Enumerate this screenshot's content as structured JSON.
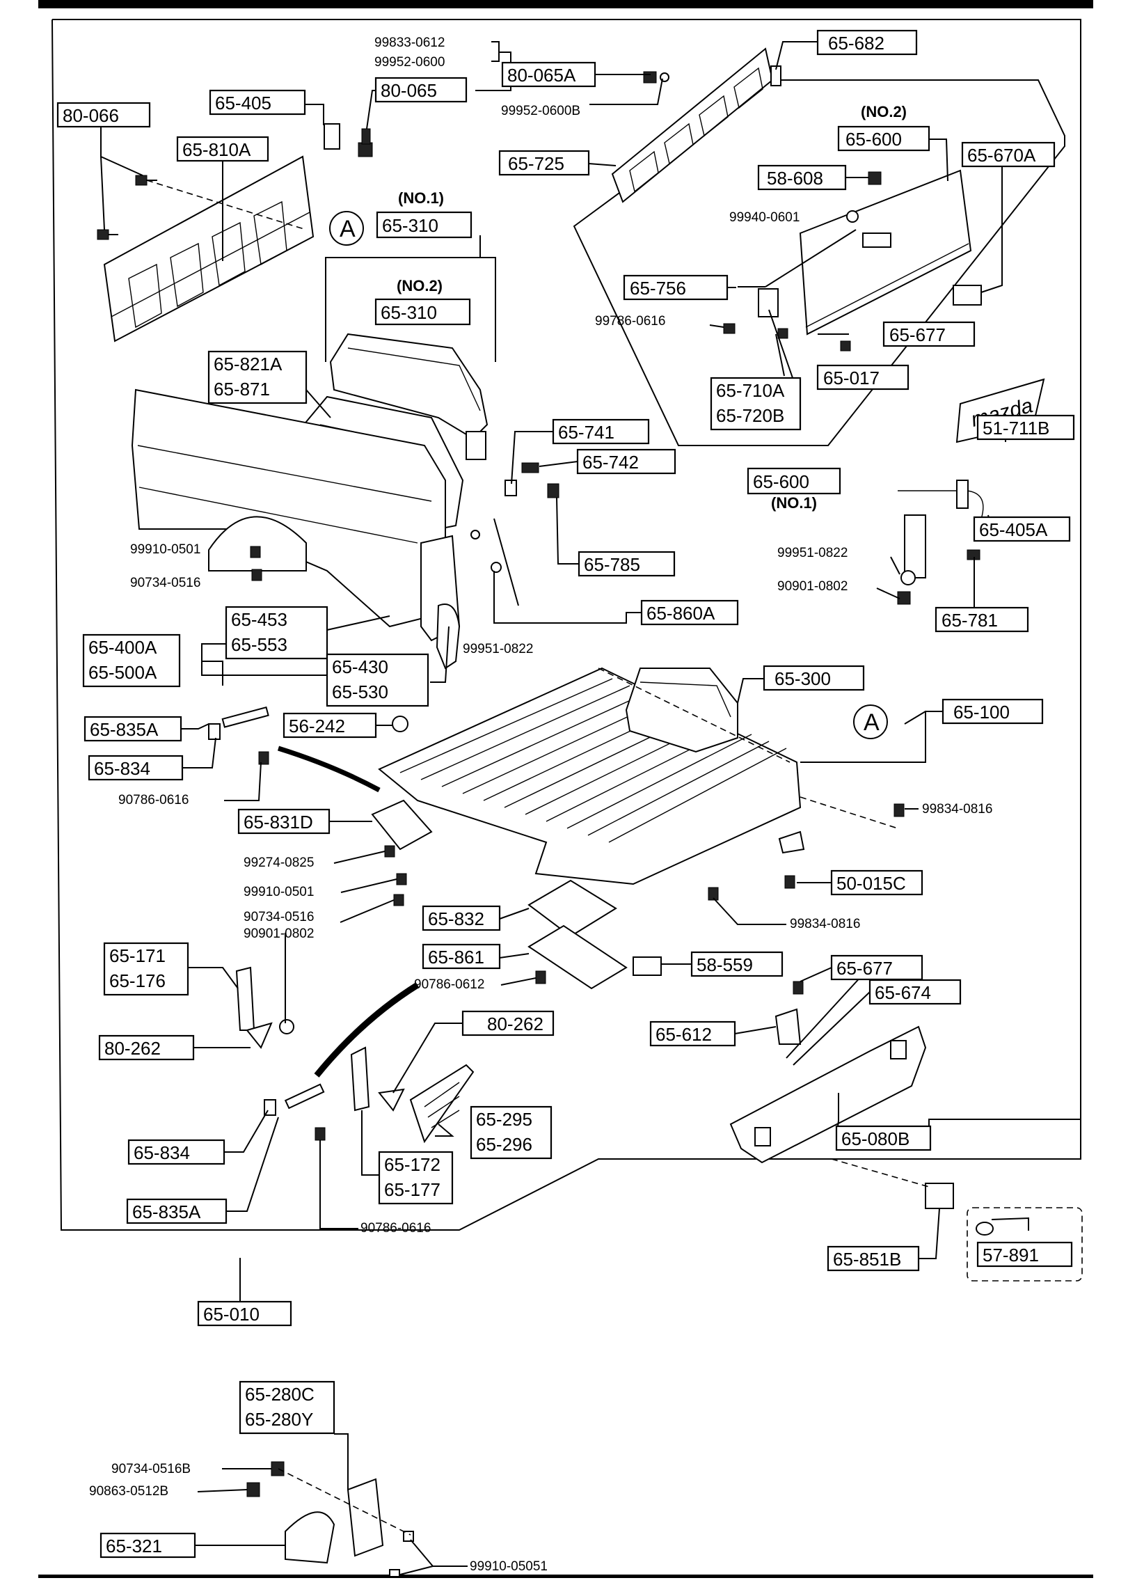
{
  "diagram": {
    "boxed_labels": [
      "80-066",
      "65-405",
      "65-810A",
      "65-310",
      "65-310",
      "65-821A",
      "65-871",
      "80-065A",
      "80-065",
      "65-682",
      "65-725",
      "65-600",
      "65-670A",
      "58-608",
      "65-756",
      "65-677",
      "65-017",
      "65-710A",
      "65-720B",
      "51-711B",
      "65-741",
      "65-742",
      "65-785",
      "65-860A",
      "65-600",
      "65-405A",
      "65-781",
      "65-453",
      "65-553",
      "65-400A",
      "65-500A",
      "65-430",
      "65-530",
      "65-300",
      "65-100",
      "65-835A",
      "65-834",
      "56-242",
      "65-831D",
      "50-015C",
      "65-832",
      "65-861",
      "58-559",
      "65-677",
      "65-674",
      "65-171",
      "65-176",
      "80-262",
      "80-262",
      "65-612",
      "65-295",
      "65-296",
      "65-080B",
      "65-834",
      "65-172",
      "65-177",
      "65-835A",
      "65-851B",
      "57-891",
      "65-010",
      "65-280C",
      "65-280Y",
      "65-321"
    ],
    "plain_labels": [
      "99833-0612",
      "99952-0600",
      "99952-0600B",
      "(NO.1)",
      "(NO.2)",
      "(NO.2)",
      "(NO.1)",
      "99940-0601",
      "99786-0616",
      "99910-0501",
      "90734-0516",
      "99951-0822",
      "90901-0802",
      "99951-0822",
      "90786-0616",
      "99834-0816",
      "99274-0825",
      "99910-0501",
      "90734-0516",
      "90901-0802",
      "99834-0816",
      "90786-0612",
      "90786-0616",
      "90734-0516B",
      "90863-0512B",
      "99910-05051"
    ],
    "callout_letter": "A",
    "emblem_text": "mazda"
  }
}
